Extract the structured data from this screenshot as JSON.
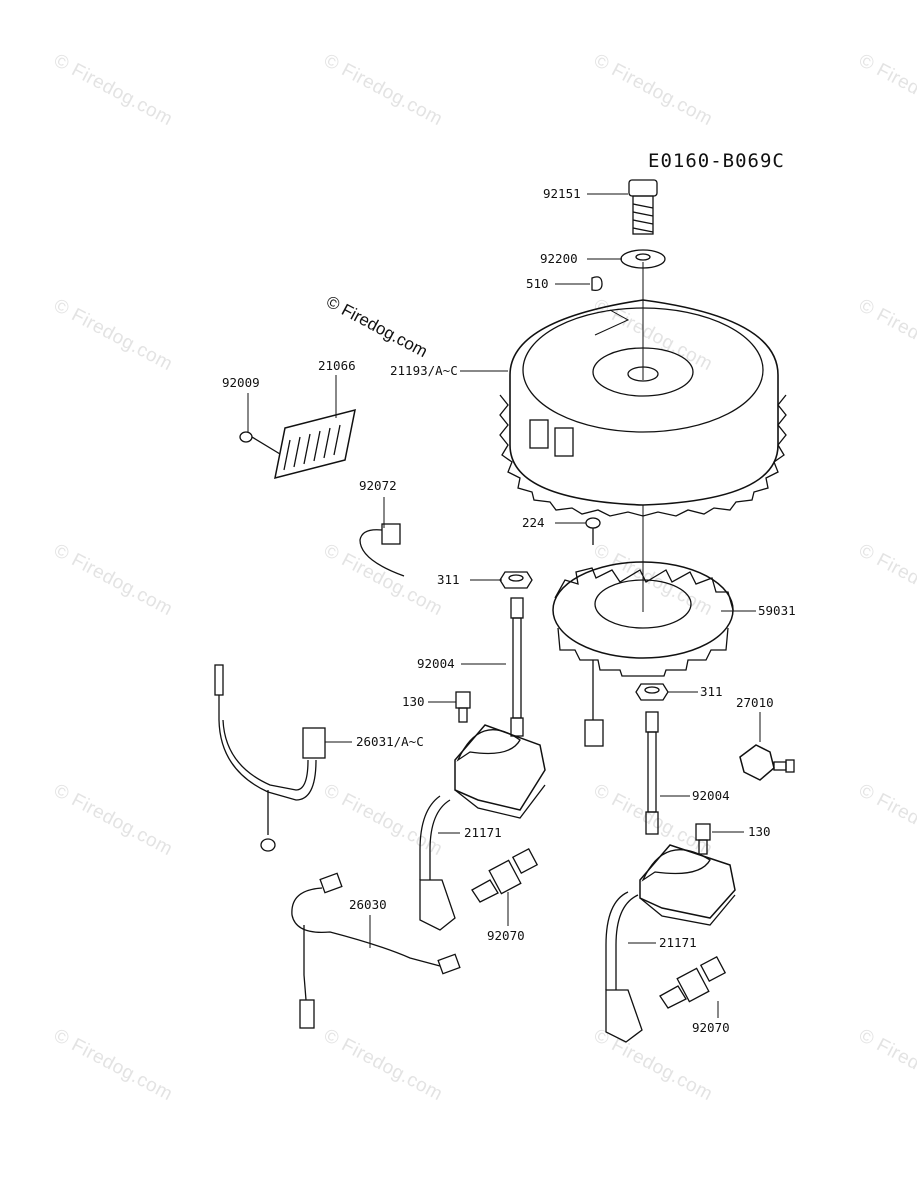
{
  "diagram_id": "E0160-B069C",
  "watermark_text": "© Firedog.com",
  "copyright_note": "© Firedog.com",
  "parts": {
    "p92151": "92151",
    "p92200": "92200",
    "p510": "510",
    "p21193": "21193/A~C",
    "p21066": "21066",
    "p92009": "92009",
    "p92072": "92072",
    "p224": "224",
    "p311a": "311",
    "p59031": "59031",
    "p92004a": "92004",
    "p130a": "130",
    "p311b": "311",
    "p27010": "27010",
    "p26031": "26031/A~C",
    "p92004b": "92004",
    "p21171a": "21171",
    "p130b": "130",
    "p26030": "26030",
    "p92070a": "92070",
    "p21171b": "21171",
    "p92070b": "92070"
  }
}
